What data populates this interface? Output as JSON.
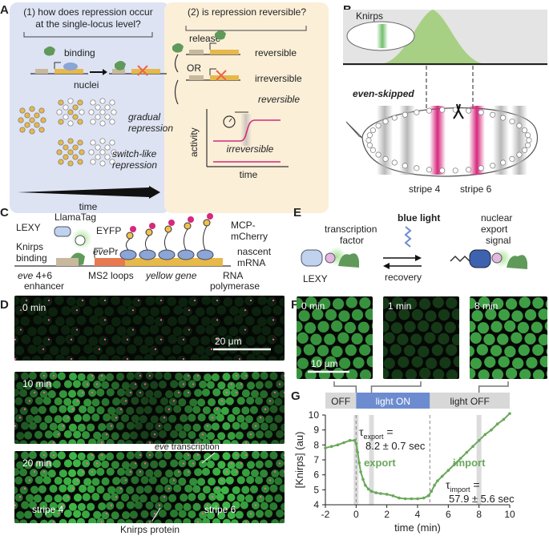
{
  "panels": {
    "A": {
      "label": "A",
      "q1_line1": "(1) how does repression occur",
      "q1_line2": "at the single-locus level?",
      "binding": "binding",
      "nuclei": "nuclei",
      "gradual_1": "gradual",
      "gradual_2": "repression",
      "switch_1": "switch-like",
      "switch_2": "repression",
      "time": "time",
      "q2": "(2) is repression reversible?",
      "release": "release",
      "reversible": "reversible",
      "or": "OR",
      "irreversible": "irreversible",
      "reversible_plot": "reversible",
      "irreversible_plot": "irreversible",
      "activity": "activity",
      "time2": "time"
    },
    "B": {
      "label": "B",
      "knirps": "Knirps",
      "eve": "even-skipped",
      "stripe4": "stripe 4",
      "stripe6": "stripe 6"
    },
    "C": {
      "label": "C",
      "lexy": "LEXY",
      "llamatag": "LlamaTag",
      "eyfp": "EYFP",
      "knirps_1": "Knirps",
      "knirps_2": "binding",
      "evepr_it": "eve",
      "evepr_rest": "Pr",
      "mcp_1": "MCP-",
      "mcp_2": "mCherry",
      "nascent_1": "nascent",
      "nascent_2": "mRNA",
      "enh_it": "eve",
      "enh_rest": " 4+6",
      "enhancer": "enhancer",
      "ms2": "MS2 loops",
      "yellow": "yellow gene",
      "rnap_1": "RNA",
      "rnap_2": "polymerase"
    },
    "D": {
      "label": "D",
      "t0": "0 min",
      "t10": "10 min",
      "t20": "20 min",
      "scale": "20 μm",
      "eve_tx_it": "eve",
      "eve_tx_rest": " transcription",
      "stripe4": "stripe 4",
      "stripe6": "stripe 6",
      "knirps_protein": "Knirps protein"
    },
    "E": {
      "label": "E",
      "tf_1": "transcription",
      "tf_2": "factor",
      "blue_light": "blue light",
      "nes_1": "nuclear",
      "nes_2": "export",
      "nes_3": "signal",
      "lexy": "LEXY",
      "recovery": "recovery"
    },
    "F": {
      "label": "F",
      "t0": "0 min",
      "t1": "1 min",
      "t8": "8 min",
      "scale": "10 μm"
    },
    "G": {
      "label": "G",
      "off": "OFF",
      "light_on": "light ON",
      "light_off": "light OFF",
      "tau": "τ",
      "export_sub": "export",
      "export_val": "8.2 ± 0.7 sec",
      "export": "export",
      "import_sub": "import",
      "import_val": "57.9 ± 5.6 sec",
      "import": "import"
    }
  },
  "colors": {
    "panelA_left_bg": "#dde3f3",
    "panelA_right_bg": "#fbefd8",
    "knirps_green": "#5f9a5a",
    "eve_magenta": "#d6287d",
    "gene_yellow": "#e7b84a",
    "light_on_blue": "#6d8ccf",
    "trace_green": "#6aa85b"
  },
  "chart_data": {
    "type": "line",
    "xlabel": "time (min)",
    "ylabel": "[Knirps] (au)",
    "xlim": [
      -2,
      10
    ],
    "ylim": [
      4,
      10
    ],
    "xticks": [
      "-2",
      "0",
      "2",
      "4",
      "6",
      "8",
      "10"
    ],
    "yticks": [
      "4",
      "5",
      "6",
      "7",
      "8",
      "9",
      "10"
    ],
    "light_on_interval": [
      0,
      4.8
    ],
    "series": [
      {
        "x": [
          -2.0,
          -1.6,
          -1.2,
          -0.8,
          -0.4,
          -0.1,
          0.0,
          0.1,
          0.2,
          0.3,
          0.45,
          0.6,
          0.8,
          1.0,
          1.3,
          1.6,
          2.0,
          2.4,
          2.8,
          3.2,
          3.6,
          4.0,
          4.4,
          4.7,
          4.9,
          5.1,
          5.3,
          5.6,
          6.0,
          6.4,
          6.8,
          7.2,
          7.6,
          8.0,
          8.4,
          8.8,
          9.2,
          9.6,
          10.0
        ],
        "y": [
          7.8,
          7.9,
          8.0,
          8.15,
          8.3,
          8.3,
          8.1,
          7.5,
          6.8,
          6.2,
          5.7,
          5.3,
          5.05,
          4.9,
          4.8,
          4.75,
          4.7,
          4.6,
          4.45,
          4.4,
          4.4,
          4.4,
          4.45,
          4.6,
          4.9,
          5.3,
          5.6,
          5.9,
          6.3,
          6.7,
          7.1,
          7.5,
          7.9,
          8.3,
          8.7,
          9.0,
          9.4,
          9.7,
          10.1
        ]
      }
    ]
  }
}
